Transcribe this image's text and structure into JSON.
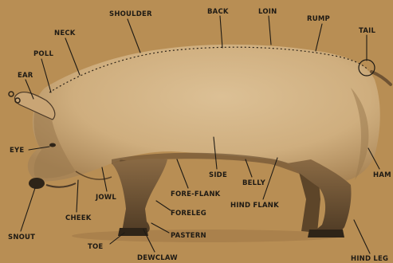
{
  "colors": {
    "background": "#b88e54",
    "pig_body": "#cfae7e",
    "pig_shadow": "#6f5333",
    "label_text": "#1e1a14"
  },
  "labels": {
    "shoulder": "SHOULDER",
    "back": "BACK",
    "loin": "LOIN",
    "rump": "RUMP",
    "tail": "TAIL",
    "neck": "NECK",
    "poll": "POLL",
    "ear": "EAR",
    "eye": "EYE",
    "ham": "HAM",
    "side": "SIDE",
    "belly": "BELLY",
    "fore_flank": "FORE-FLANK",
    "hind_flank": "HIND FLANK",
    "jowl": "JOWL",
    "cheek": "CHEEK",
    "foreleg": "FORELEG",
    "snout": "SNOUT",
    "pastern": "PASTERN",
    "toe": "TOE",
    "dewclaw": "DEWCLAW",
    "hind_leg": "HIND LEG"
  }
}
